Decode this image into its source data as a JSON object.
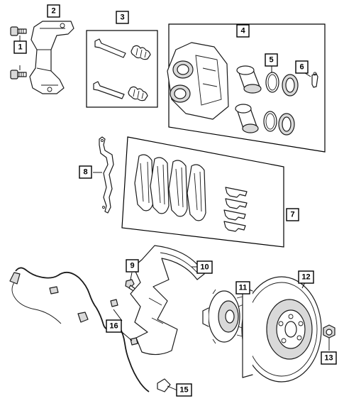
{
  "callouts": {
    "c1": "1",
    "c2": "2",
    "c3": "3",
    "c4": "4",
    "c5": "5",
    "c6": "6",
    "c7": "7",
    "c8": "8",
    "c9": "9",
    "c10": "10",
    "c11": "11",
    "c12": "12",
    "c13": "13",
    "c15": "15",
    "c16": "16"
  },
  "colors": {
    "line": "#1a1a1a",
    "fill": "#ffffff",
    "shade": "#d9d9d9"
  }
}
